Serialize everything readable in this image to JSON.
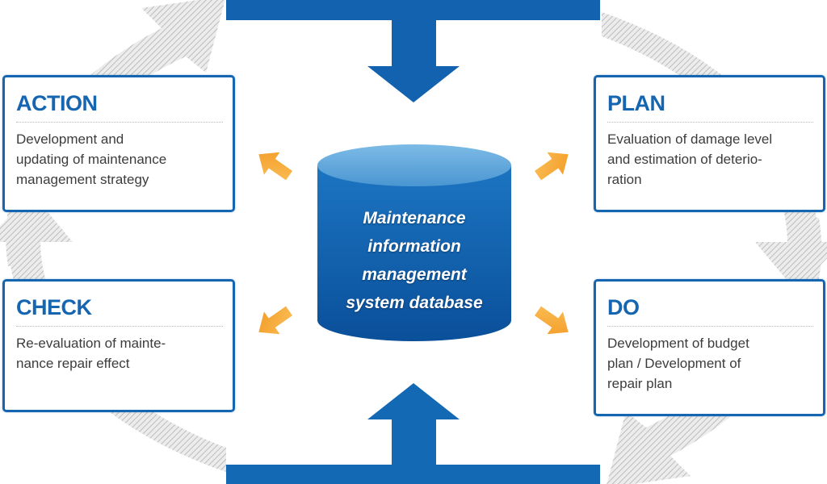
{
  "diagram": {
    "type": "PDCA maintenance cycle",
    "colors": {
      "primary_blue": "#1565b0",
      "cylinder_top": "#5aa3d8",
      "accent_orange": "#f7a433",
      "ring_hatch": "#c8c8c8",
      "body_text": "#3c3c3c"
    },
    "center": {
      "icon": "database-cylinder-icon",
      "label": "Maintenance\ninformation\nmanagement\nsystem database"
    },
    "cards": {
      "action": {
        "title": "ACTION",
        "description": "Development and\nupdating of maintenance\nmanagement strategy"
      },
      "plan": {
        "title": "PLAN",
        "description": "Evaluation of damage level\nand estimation of deterio-\nration"
      },
      "check": {
        "title": "CHECK",
        "description": "Re-evaluation of mainte-\nnance repair effect"
      },
      "do": {
        "title": "DO",
        "description": "Development of budget\nplan / Development of\nrepair plan"
      }
    },
    "flows": [
      {
        "from": "top-input",
        "to": "database",
        "icon": "arrow-down-icon"
      },
      {
        "from": "bottom-input",
        "to": "database",
        "icon": "arrow-up-icon"
      },
      {
        "from": "database",
        "to": "action",
        "icon": "arrow-up-left-icon"
      },
      {
        "from": "database",
        "to": "plan",
        "icon": "arrow-up-right-icon"
      },
      {
        "from": "database",
        "to": "check",
        "icon": "arrow-down-left-icon"
      },
      {
        "from": "database",
        "to": "do",
        "icon": "arrow-down-right-icon"
      }
    ],
    "cycle_direction": "clockwise"
  }
}
